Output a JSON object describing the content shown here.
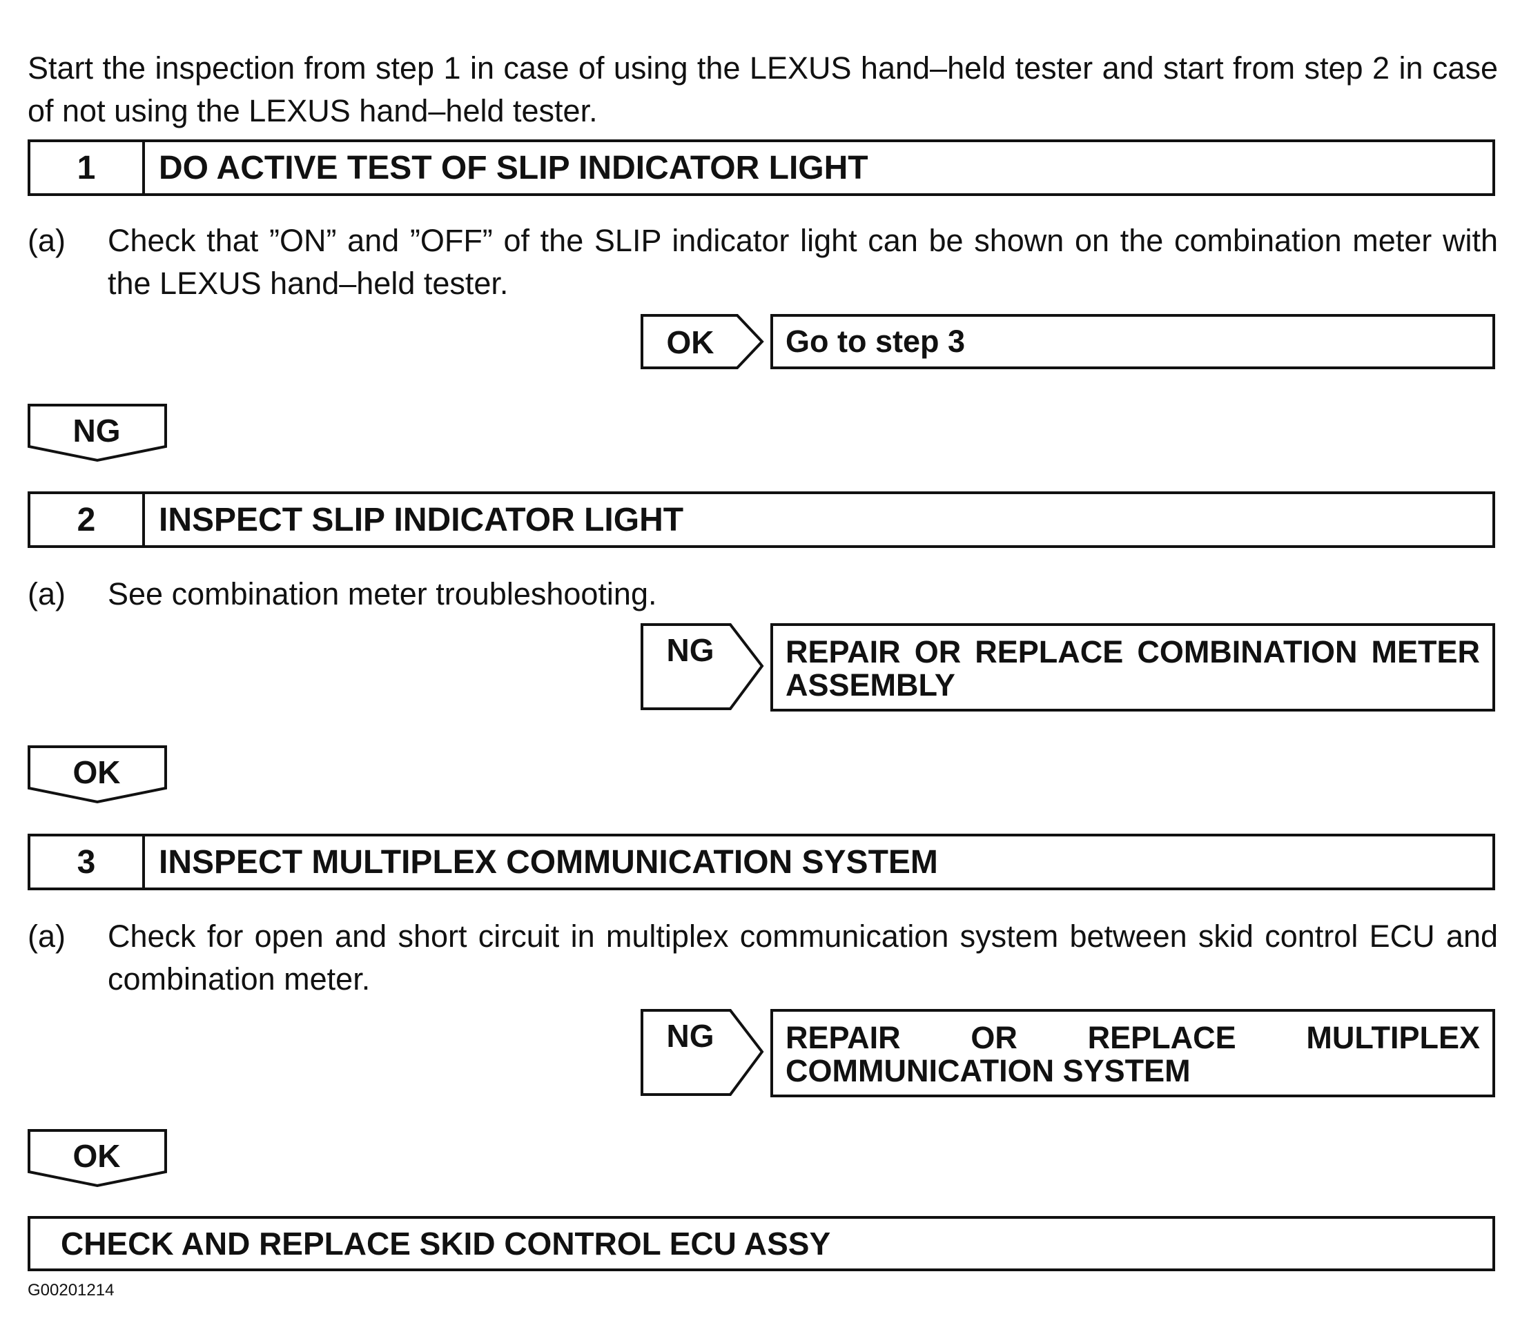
{
  "intro": "Start the inspection from step 1 in case of using the LEXUS hand–held tester and start from step 2 in case of not using the LEXUS hand–held tester.",
  "steps": [
    {
      "number": "1",
      "title": "DO ACTIVE TEST OF SLIP INDICATOR LIGHT",
      "item_letter": "(a)",
      "item_text": "Check that ”ON” and ”OFF” of the SLIP indicator light can be shown on the combination meter with the LEXUS hand–held tester.",
      "branch_label": "OK",
      "branch_action": "Go to step 3",
      "next_label": "NG"
    },
    {
      "number": "2",
      "title": "INSPECT SLIP INDICATOR LIGHT",
      "item_letter": "(a)",
      "item_text": "See combination meter troubleshooting.",
      "branch_label": "NG",
      "branch_action": "REPAIR OR REPLACE COMBINATION METER ASSEMBLY",
      "next_label": "OK"
    },
    {
      "number": "3",
      "title": "INSPECT MULTIPLEX COMMUNICATION SYSTEM",
      "item_letter": "(a)",
      "item_text": "Check for open and short circuit in multiplex communication system between skid control ECU and combination meter.",
      "branch_label": "NG",
      "branch_action": "REPAIR OR REPLACE MULTIPLEX COMMUNICATION SYSTEM",
      "next_label": "OK"
    }
  ],
  "final_action": "CHECK AND REPLACE SKID CONTROL ECU ASSY",
  "figure_id": "G00201214"
}
